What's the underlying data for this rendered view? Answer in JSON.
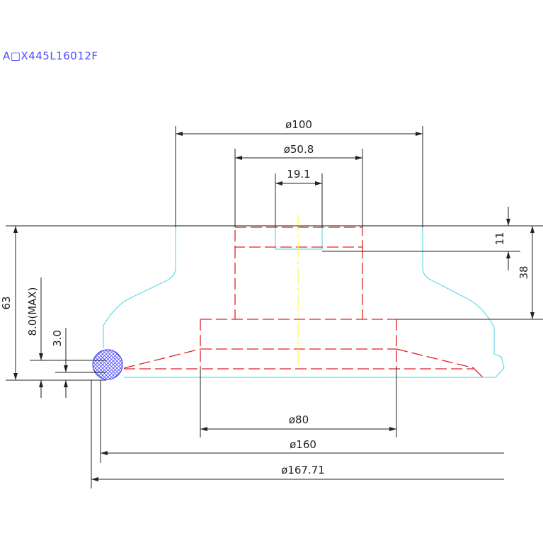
{
  "drawing": {
    "title": "A□X445L16012F",
    "colors": {
      "dimension": "#222222",
      "outline": "#66d9e8",
      "hidden": "#e02020",
      "centerline": "#ffff33",
      "title": "#4b4bff",
      "hatch": "#4a4aff"
    }
  },
  "dims": {
    "d100": "ø100",
    "d50_8": "ø50.8",
    "d19_1": "19.1",
    "h11": "11",
    "h38": "38",
    "h63": "63",
    "h8max": "8.0(MAX)",
    "h3": "3.0",
    "d80": "ø80",
    "d160": "ø160",
    "d167_71": "ø167.71"
  }
}
